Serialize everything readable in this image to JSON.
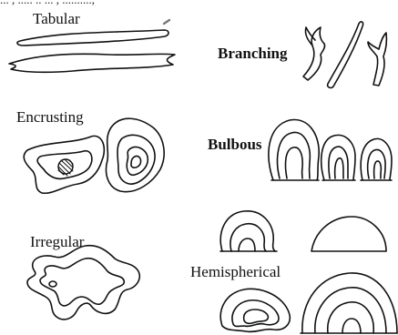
{
  "header": {
    "cut_text": "... , ..... .. ... , ..........,"
  },
  "labels": {
    "tabular": "Tabular",
    "branching": "Branching",
    "encrusting": "Encrusting",
    "bulbous": "Bulbous",
    "irregular": "Irregular",
    "hemispherical": "Hemispherical"
  }
}
